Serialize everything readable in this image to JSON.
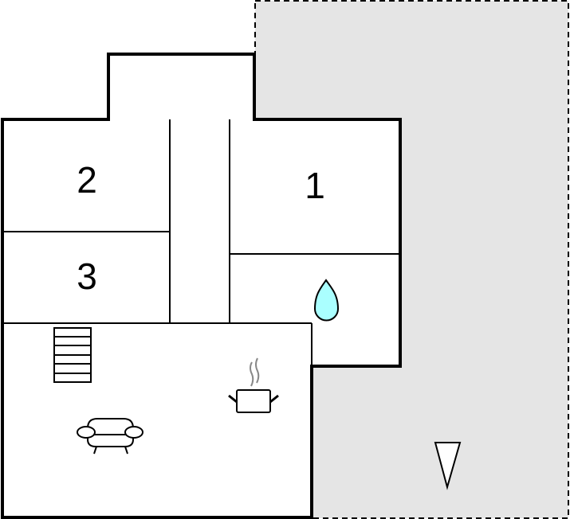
{
  "rooms": [
    {
      "label": "1"
    },
    {
      "label": "2"
    },
    {
      "label": "3"
    }
  ],
  "icons": {
    "bathroom": "water-drop-icon",
    "stairs": "stairs-icon",
    "living": "sofa-icon",
    "kitchen": "cooking-pot-icon",
    "north": "north-arrow-icon"
  },
  "colors": {
    "terrace": "#e5e5e5",
    "walls": "#000000",
    "water": "#aaffff",
    "steam": "#888888"
  }
}
